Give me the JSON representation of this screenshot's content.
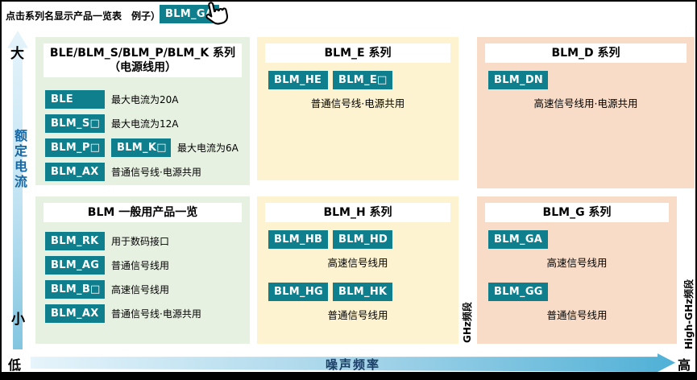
{
  "colors": {
    "accent_teal": "#0f7f8d",
    "panel_green": "#e7f1e2",
    "panel_yellow": "#fdf3d0",
    "panel_salmon": "#f9dcc7",
    "axis_blue_light": "#e6f4fb",
    "axis_blue_dark": "#4fb0d6",
    "y_label_blue": "#1668a5",
    "x_label_navy": "#1b3e66"
  },
  "header": {
    "instruction": "点击系列名显示产品一览表　例子）",
    "example_button": "BLM_GA",
    "cursor_icon": "hand-pointer-icon"
  },
  "axes": {
    "y_top": "大",
    "y_label": "额定电流",
    "y_bottom": "小",
    "x_left": "低",
    "x_label": "噪声频率",
    "x_right": "高"
  },
  "band_labels": {
    "ghz": "GHz频段",
    "high_ghz": "High-GHz频段"
  },
  "panels": {
    "power": {
      "title_line1": "BLE/BLM_S/BLM_P/BLM_K 系列",
      "title_line2": "（电源线用）",
      "rows": [
        {
          "buttons": [
            "BLE"
          ],
          "desc": "最大电流为20A"
        },
        {
          "buttons": [
            "BLM_S□"
          ],
          "desc": "最大电流为12A"
        },
        {
          "buttons": [
            "BLM_P□",
            "BLM_K□"
          ],
          "desc": "最大电流为6A"
        },
        {
          "buttons": [
            "BLM_AX"
          ],
          "desc": "普通信号线·电源共用"
        }
      ]
    },
    "general": {
      "title": "BLM 一般用产品一览",
      "rows": [
        {
          "buttons": [
            "BLM_RK"
          ],
          "desc": "用于数码接口"
        },
        {
          "buttons": [
            "BLM_AG"
          ],
          "desc": "普通信号线用"
        },
        {
          "buttons": [
            "BLM_B□"
          ],
          "desc": "高速信号线用"
        },
        {
          "buttons": [
            "BLM_AX"
          ],
          "desc": "普通信号线·电源共用"
        }
      ]
    },
    "blm_e": {
      "title": "BLM_E 系列",
      "buttons": [
        "BLM_HE",
        "BLM_E□"
      ],
      "desc": "普通信号线·电源共用"
    },
    "blm_d": {
      "title": "BLM_D 系列",
      "buttons": [
        "BLM_DN"
      ],
      "desc": "高速信号线用·电源共用"
    },
    "blm_h": {
      "title": "BLM_H 系列",
      "groups": [
        {
          "buttons": [
            "BLM_HB",
            "BLM_HD"
          ],
          "desc": "高速信号线用"
        },
        {
          "buttons": [
            "BLM_HG",
            "BLM_HK"
          ],
          "desc": "普通信号线用"
        }
      ]
    },
    "blm_g": {
      "title": "BLM_G 系列",
      "groups": [
        {
          "buttons": [
            "BLM_GA"
          ],
          "desc": "高速信号线用"
        },
        {
          "buttons": [
            "BLM_GG"
          ],
          "desc": "普通信号线用"
        }
      ]
    }
  }
}
